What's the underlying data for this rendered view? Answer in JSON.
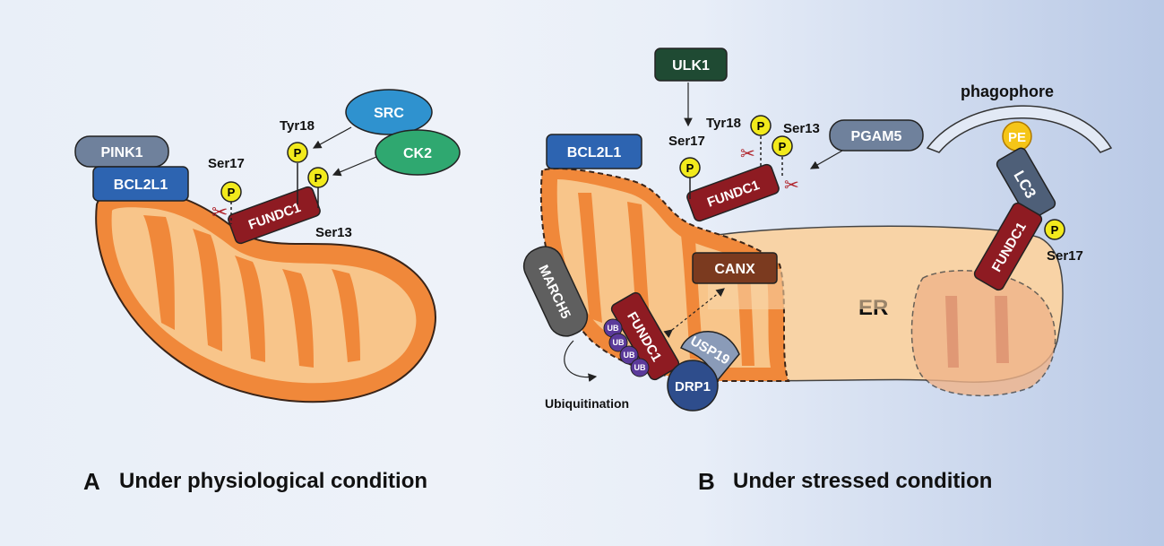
{
  "panel_a": {
    "letter": "A",
    "title": "Under physiological condition",
    "proteins": {
      "pink1": "PINK1",
      "bcl2l1": "BCL2L1",
      "fundc1": "FUNDC1",
      "src": "SRC",
      "ck2": "CK2"
    },
    "sites": {
      "tyr18": "Tyr18",
      "ser17": "Ser17",
      "ser13": "Ser13"
    },
    "phospho": "P"
  },
  "panel_b": {
    "letter": "B",
    "title": "Under stressed condition",
    "proteins": {
      "ulk1": "ULK1",
      "bcl2l1": "BCL2L1",
      "fundc1_top": "FUNDC1",
      "pgam5": "PGAM5",
      "canx": "CANX",
      "march5": "MARCH5",
      "fundc1_bottom": "FUNDC1",
      "usp19": "USP19",
      "drp1": "DRP1",
      "lc3": "LC3",
      "pe": "PE",
      "fundc1_right": "FUNDC1"
    },
    "sites": {
      "tyr18": "Tyr18",
      "ser17": "Ser17",
      "ser13": "Ser13",
      "ser17_right": "Ser17"
    },
    "labels": {
      "phagophore": "phagophore",
      "er": "ER",
      "ubiquitination": "Ubiquitination",
      "ub": "UB"
    },
    "phospho": "P"
  },
  "colors": {
    "fundc1": "#8e1b22",
    "bcl2l1": "#2d64b1",
    "pink1": "#6f819c",
    "src": "#2f92cf",
    "ck2": "#2fa870",
    "ulk1": "#1f4a33",
    "canx": "#7b3a1f",
    "march5": "#5f5f5f",
    "drp1": "#2e4d8c",
    "usp19": "#8a9bb8",
    "phospho": "#f2ea1c",
    "pe": "#f5c518",
    "ub": "#5b3a9a",
    "mito_outer": "#f0883a",
    "mito_inner": "#f8c58a",
    "er": "#f8d3a6"
  }
}
